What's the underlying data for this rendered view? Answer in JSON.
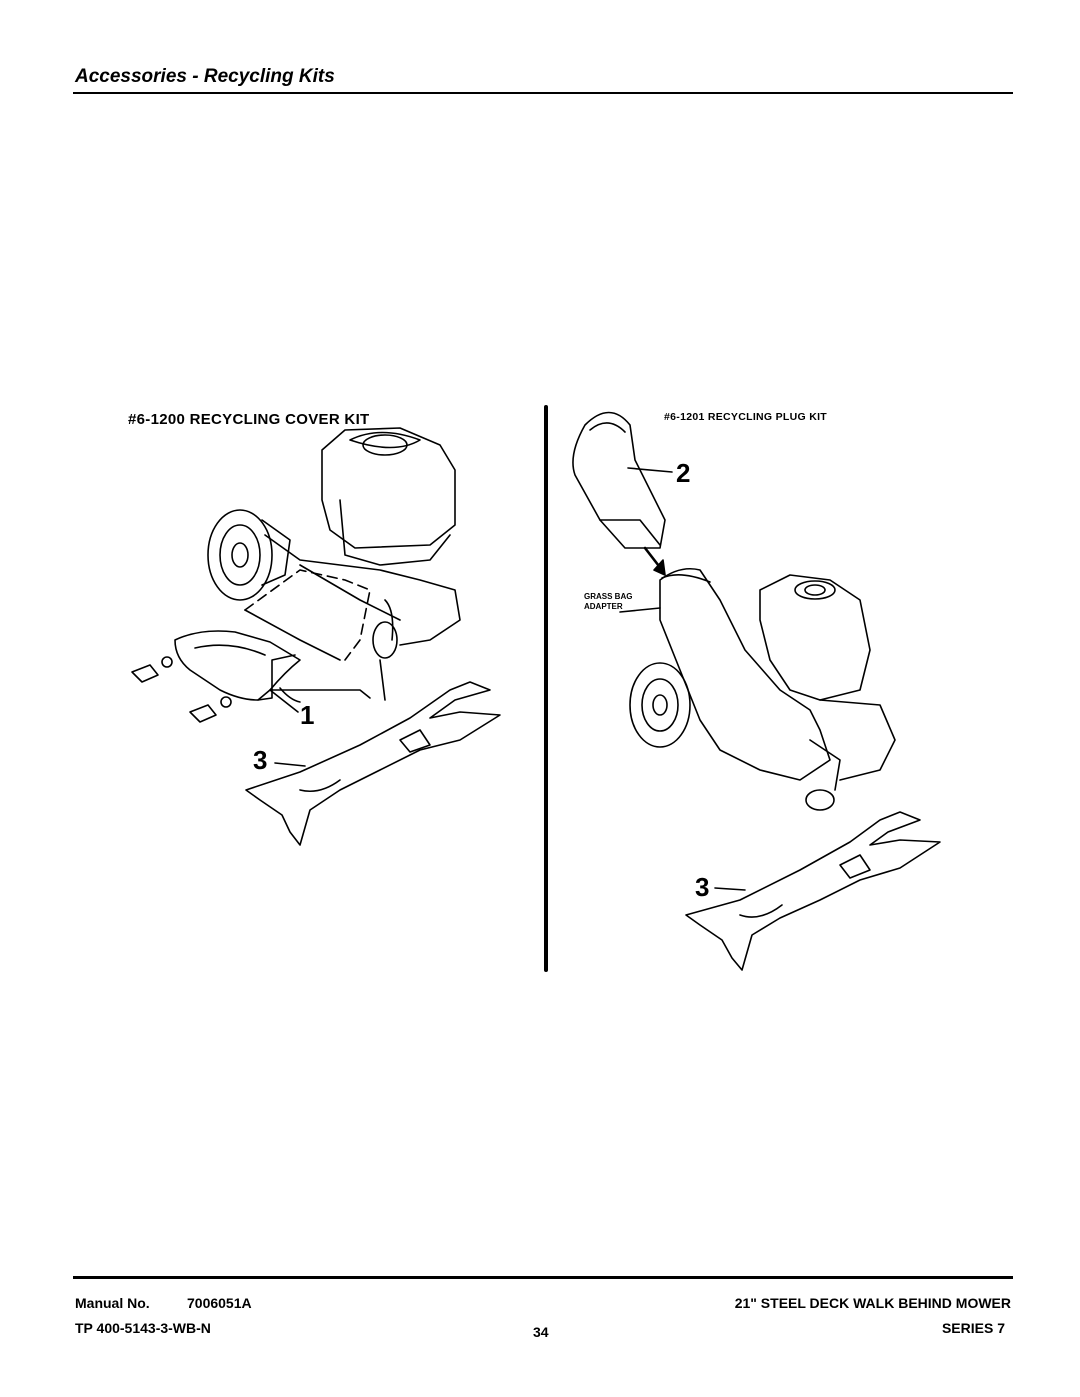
{
  "page": {
    "title": "Accessories - Recycling Kits"
  },
  "figure": {
    "left_kit_title": "#6-1200 RECYCLING COVER KIT",
    "right_kit_title": "#6-1201 RECYCLING PLUG KIT",
    "grass_bag_label_line1": "GRASS BAG",
    "grass_bag_label_line2": "ADAPTER",
    "callouts": {
      "cover": "1",
      "plug": "2",
      "blade_left": "3",
      "blade_right": "3"
    }
  },
  "footer": {
    "manual_label": "Manual No.",
    "manual_number": "7006051A",
    "tp_number": "TP 400-5143-3-WB-N",
    "page_number": "34",
    "product": "21\" STEEL DECK WALK BEHIND MOWER",
    "series": "SERIES 7"
  }
}
